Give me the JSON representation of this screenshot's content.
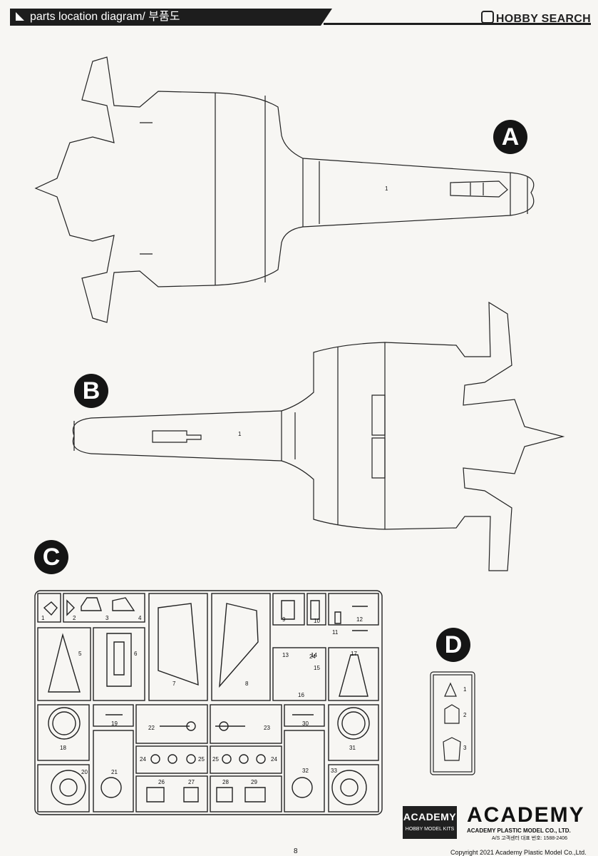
{
  "header": {
    "title": "parts location diagram/ 부품도"
  },
  "watermark": {
    "brand": "HOBBY SEARCH",
    "sub": ""
  },
  "sections": {
    "a": "A",
    "b": "B",
    "c": "C",
    "d": "D"
  },
  "part_numbers": {
    "a_fuselage": "1",
    "b_fuselage": "1",
    "c": [
      "1",
      "2",
      "3",
      "4",
      "5",
      "6",
      "7",
      "8",
      "9",
      "10",
      "11",
      "12",
      "13",
      "14",
      "15",
      "16",
      "17",
      "18",
      "19",
      "20",
      "21",
      "22",
      "23",
      "24",
      "25",
      "26",
      "27",
      "28",
      "29",
      "30",
      "31",
      "32",
      "33",
      "24",
      "25",
      "24"
    ],
    "d": [
      "1",
      "2",
      "3"
    ]
  },
  "footer": {
    "box_brand": "ACADEMY",
    "box_sub": "HOBBY MODEL KITS",
    "logo": "ACADEMY",
    "company": "ACADEMY PLASTIC MODEL CO., LTD.",
    "cs": "A/S 고객센터 대표 번호: 1588-2406",
    "page": "8",
    "copyright": "Copyright 2021 Academy Plastic Model Co.,Ltd."
  }
}
